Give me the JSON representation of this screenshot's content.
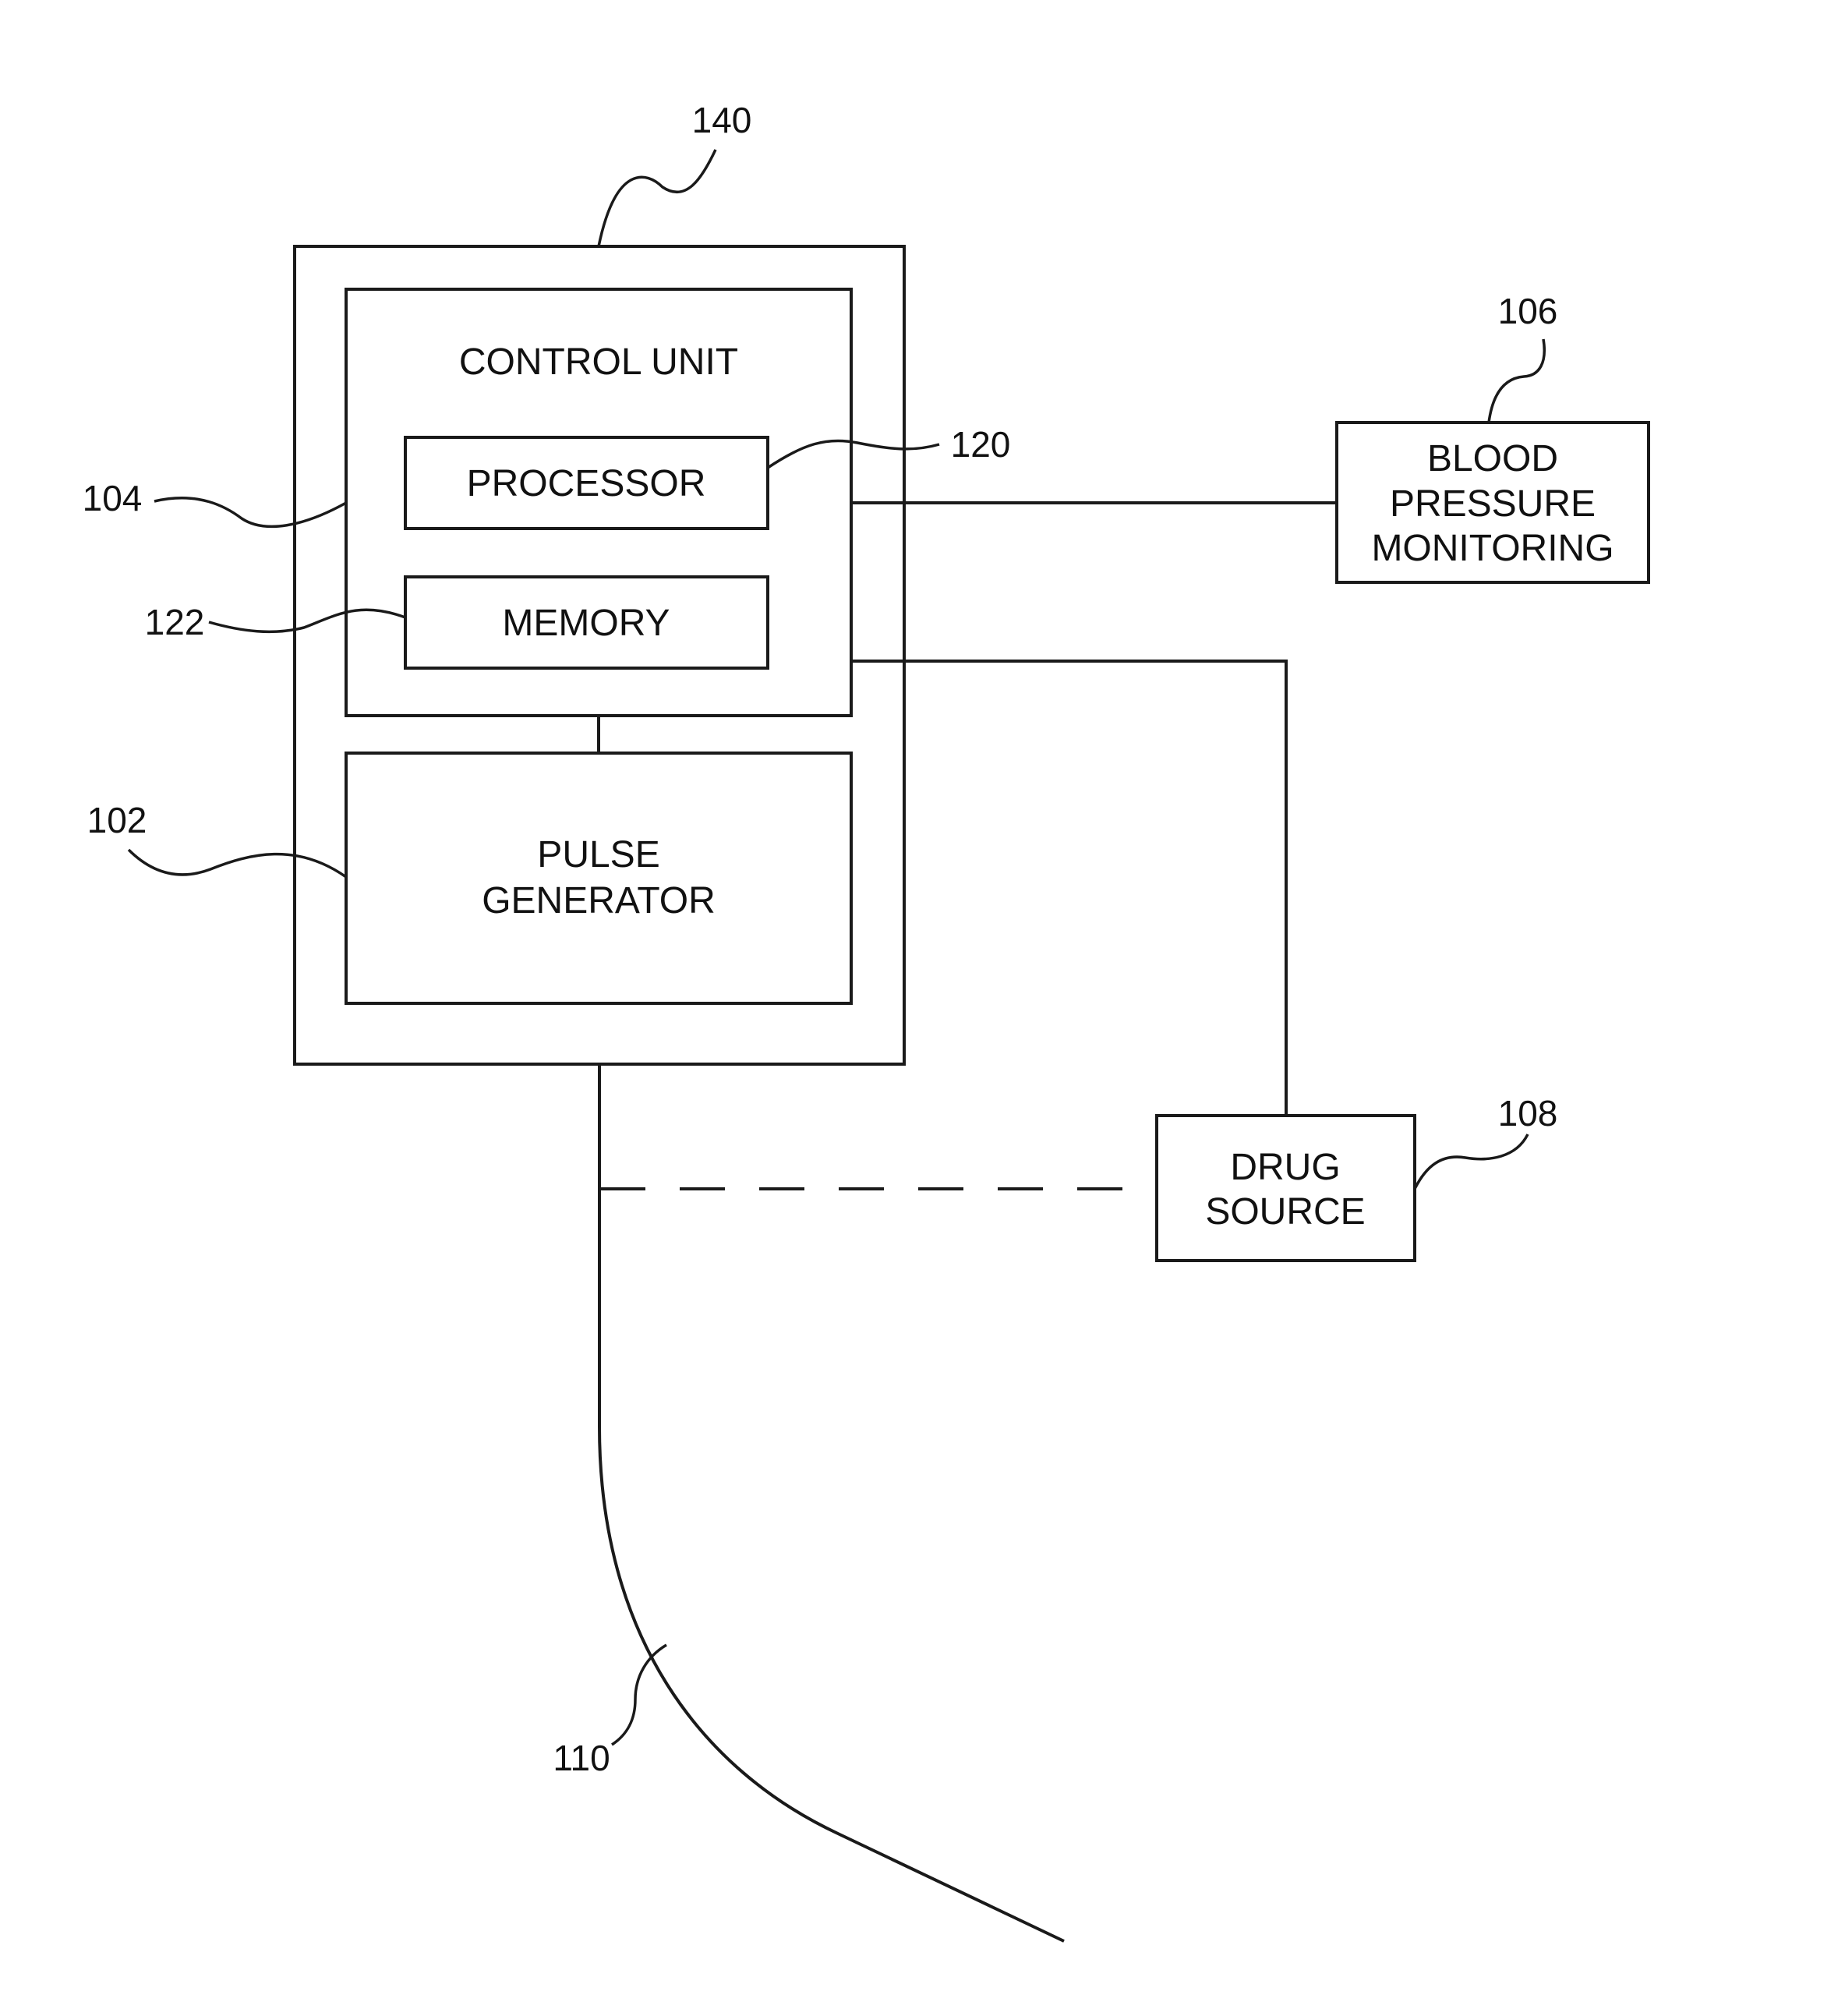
{
  "blocks": {
    "control_unit": "CONTROL UNIT",
    "processor": "PROCESSOR",
    "memory": "MEMORY",
    "pulse_generator": [
      "PULSE",
      "GENERATOR"
    ],
    "blood_pressure": [
      "BLOOD",
      "PRESSURE",
      "MONITORING"
    ],
    "drug_source": [
      "DRUG",
      "SOURCE"
    ]
  },
  "refs": {
    "housing": "140",
    "control_unit": "104",
    "processor": "120",
    "memory": "122",
    "pulse_generator": "102",
    "blood_pressure": "106",
    "drug_source": "108",
    "lead": "110"
  }
}
